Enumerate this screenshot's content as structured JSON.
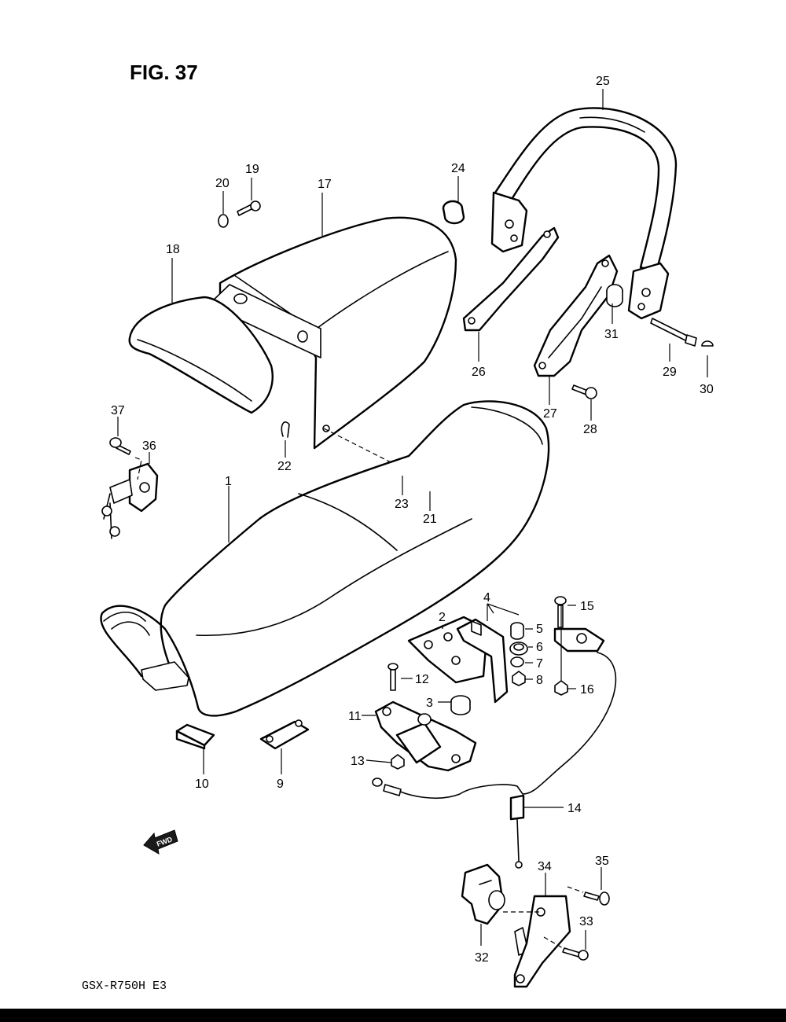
{
  "figure": {
    "title": "FIG. 37",
    "model": "GSX-R750H E3",
    "fwd_label": "FWD"
  },
  "callouts": [
    "1",
    "2",
    "3",
    "4",
    "5",
    "6",
    "7",
    "8",
    "9",
    "10",
    "11",
    "12",
    "13",
    "14",
    "15",
    "16",
    "17",
    "18",
    "19",
    "20",
    "21",
    "22",
    "23",
    "24",
    "25",
    "26",
    "27",
    "28",
    "29",
    "30",
    "31",
    "32",
    "33",
    "34",
    "35",
    "36",
    "37"
  ],
  "colors": {
    "ink": "#000000",
    "paper": "#ffffff",
    "bottom_rule": "#000000"
  },
  "icons": {
    "fwd": "fwd-arrow-icon"
  }
}
